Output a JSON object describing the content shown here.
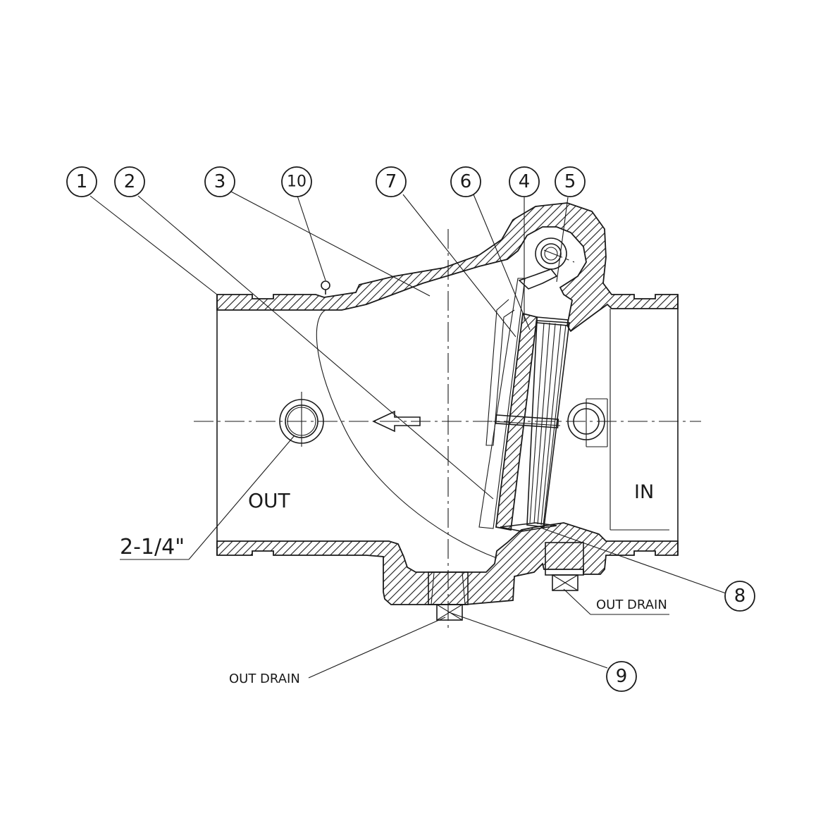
{
  "labels": {
    "outlet": "OUT",
    "inlet": "IN",
    "dimension": "2-1/4\"",
    "drain_top": "OUT DRAIN",
    "drain_bottom": "OUT DRAIN"
  },
  "callouts": [
    "1",
    "2",
    "3",
    "10",
    "7",
    "6",
    "4",
    "5",
    "8",
    "9"
  ],
  "colors": {
    "ink": "#1a1a1a",
    "background": "#ffffff"
  }
}
